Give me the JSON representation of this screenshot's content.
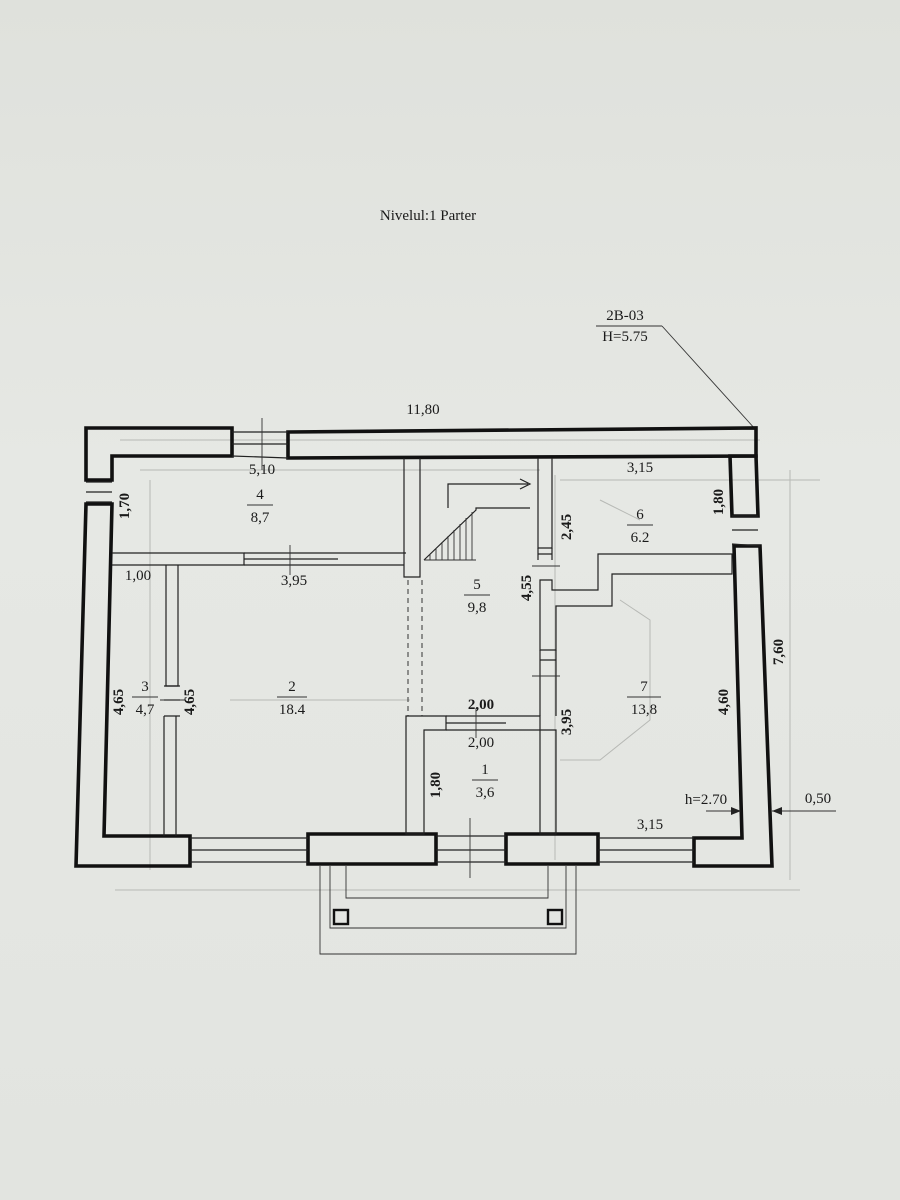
{
  "title": "Nivelul:1 Parter",
  "marker": {
    "code": "2B-03",
    "height": "H=5.75"
  },
  "overall_width": "11,80",
  "outer_height_right": "7,60",
  "offset_right": "0,50",
  "ceiling_height": "h=2.70",
  "rooms": [
    {
      "number": "1",
      "area": "3,6"
    },
    {
      "number": "2",
      "area": "18.4"
    },
    {
      "number": "3",
      "area": "4,7"
    },
    {
      "number": "4",
      "area": "8,7"
    },
    {
      "number": "5",
      "area": "9,8"
    },
    {
      "number": "6",
      "area": "6.2"
    },
    {
      "number": "7",
      "area": "13,8"
    }
  ],
  "dimensions": {
    "room4_width": "5,10",
    "room4_height": "1,70",
    "room3_width": "1,00",
    "room3_left_height": "4,65",
    "room3_right_height": "4,65",
    "room2_width": "3,95",
    "room5_height": "4,55",
    "room1_width_top": "2,00",
    "room1_width_bottom": "2,00",
    "room1_height": "1,80",
    "room6_width": "3,15",
    "room6_left_height": "2,45",
    "room6_right_height": "1,80",
    "room7_left_height": "3,95",
    "room7_right_height": "4,60",
    "room7_width_bottom": "3,15"
  }
}
